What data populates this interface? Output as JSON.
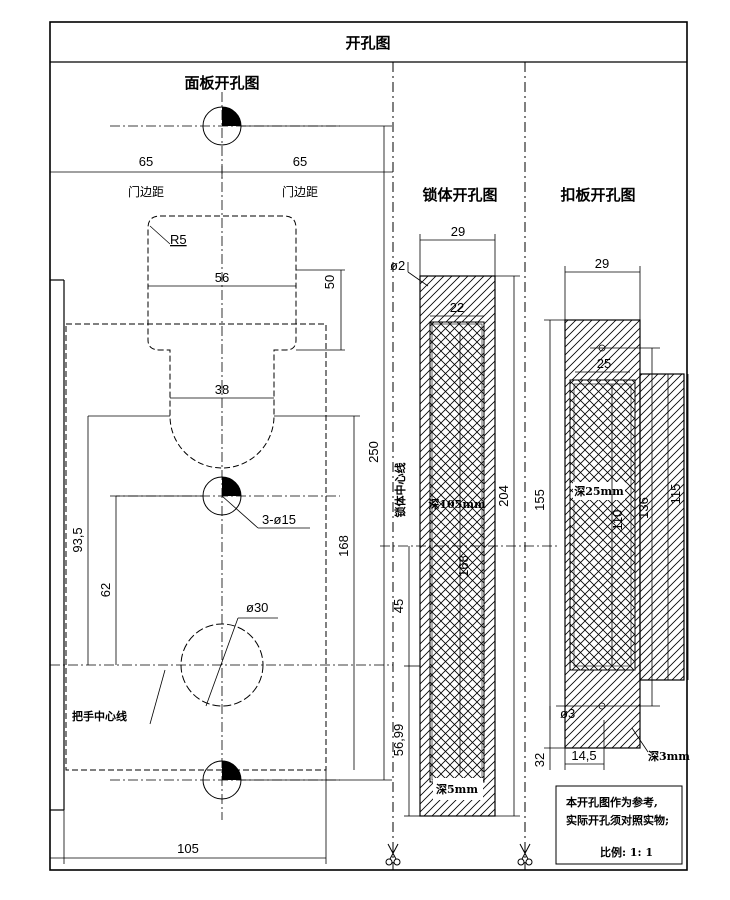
{
  "title": "开孔图",
  "panel_cutout": {
    "heading": "面板开孔图",
    "door_margin_label": "门边距",
    "left_margin": "65",
    "right_margin": "65",
    "radius": "R5",
    "width_56": "56",
    "height_50": "50",
    "width_38": "38",
    "hole_spec": "3-ø15",
    "dim_250": "250",
    "dim_168": "168",
    "dim_93_5": "93,5",
    "dim_62": "62",
    "handle_hole": "ø30",
    "handle_center_label": "把手中心线",
    "bottom_width": "105"
  },
  "lock_body_cutout": {
    "heading": "锁体开孔图",
    "width_29": "29",
    "corner": "ø2",
    "width_22": "22",
    "center_label": "锁体中心线",
    "depth_105": "深105mm",
    "dim_204": "204",
    "dim_168": "168",
    "dim_45": "45",
    "dim_56_99": "56,99",
    "depth_5": "深5mm"
  },
  "strike_cutout": {
    "heading": "扣板开孔图",
    "width_29": "29",
    "width_25": "25",
    "depth_25": "深25mm",
    "dim_155": "155",
    "dim_110": "110",
    "dim_136": "136",
    "dim_115": "115",
    "hole": "ø3",
    "dim_32": "32",
    "dim_14_5": "14,5",
    "depth_3": "深3mm"
  },
  "note": {
    "line1": "本开孔图作为参考,",
    "line2": "实际开孔须对照实物;",
    "scale": "比例: 1: 1"
  }
}
